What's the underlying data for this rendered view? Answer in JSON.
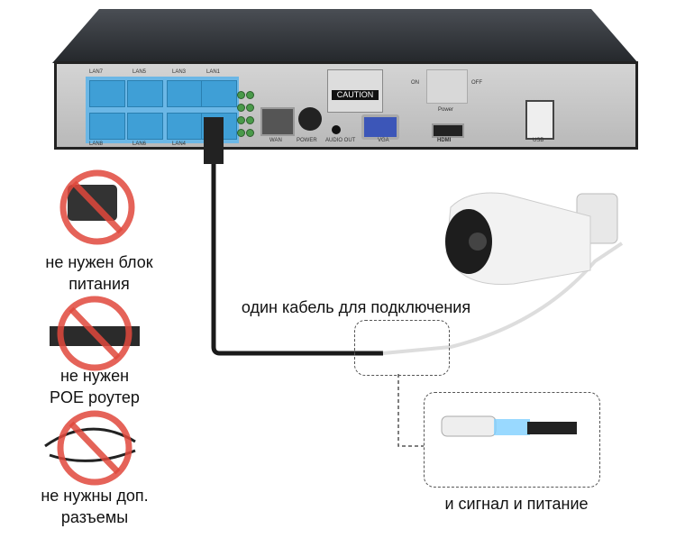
{
  "nvr": {
    "lan_labels_top": [
      "LAN7",
      "LAN5",
      "LAN3",
      "LAN1"
    ],
    "lan_labels_bottom": [
      "LAN8",
      "LAN6",
      "LAN4"
    ],
    "port_labels": [
      "WAN",
      "POWER",
      "AUDIO OUT",
      "VGA",
      "USB"
    ],
    "hdmi_logo": "HDMI",
    "caution": "CAUTION",
    "switch_on": "ON",
    "switch_off": "OFF",
    "switch_label": "Power"
  },
  "left_captions": [
    {
      "line1": "не нужен блок",
      "line2": "питания"
    },
    {
      "line1": "не нужен",
      "line2": "POE роутер"
    },
    {
      "line1": "не нужны  доп.",
      "line2": "разъемы"
    }
  ],
  "cable_caption": "один кабель для подключения",
  "signal_caption": "и сигнал и питание",
  "colors": {
    "port_blue": "#3f9fd6",
    "prohibit_red": "#e0483c",
    "panel": "#c9c9c9",
    "body": "#2a2d31"
  }
}
